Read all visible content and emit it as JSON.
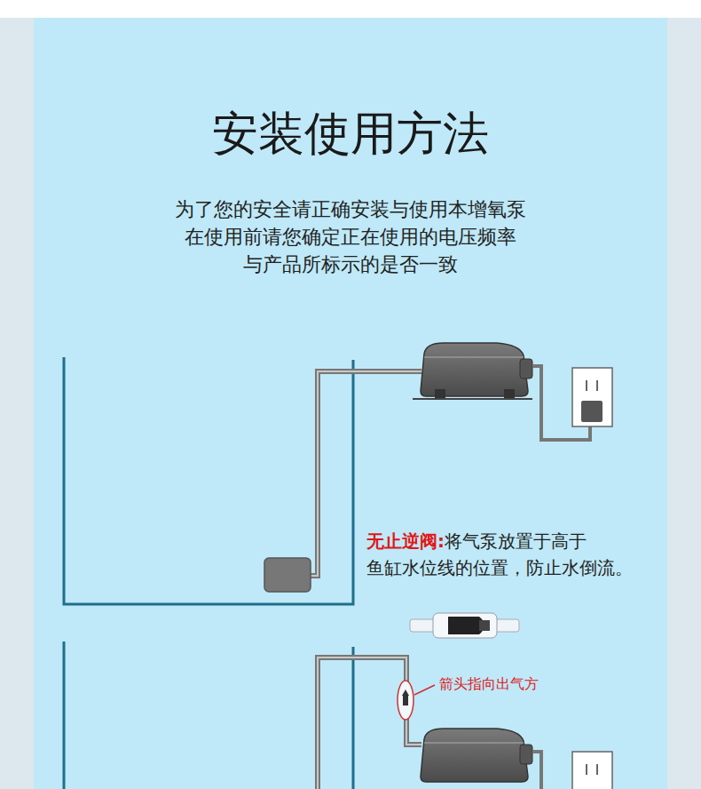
{
  "diagram": {
    "title": "安装使用方法",
    "labels": [
      "为了您的安全请正确安装与使用本增氧泵 在使用前请您确定正在使用的电压频率 与产品所标示的是否一致",
      "无止逆阀:",
      "将气泵放置于高于 鱼缸水位线的位置，防止水倒流。",
      "箭头指向出气方"
    ]
  }
}
